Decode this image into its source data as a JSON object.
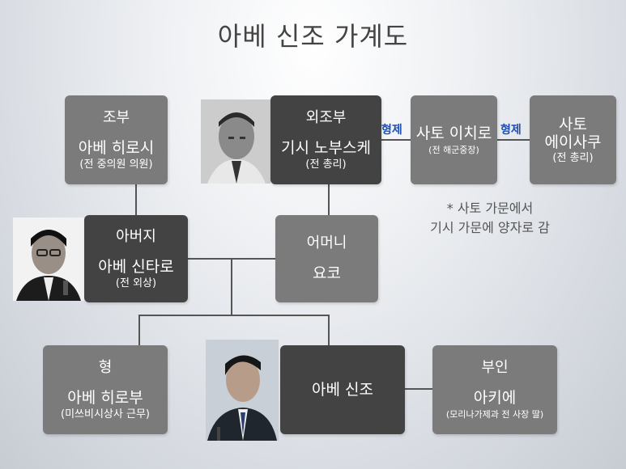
{
  "title": "아베 신조 가계도",
  "relation_label": "형제",
  "memo": {
    "line1": "* 사토 가문에서",
    "line2": "기시 가문에 양자로 감"
  },
  "people": {
    "grandfather": {
      "role": "조부",
      "name": "아베 히로시",
      "note": "(전 중의원 의원)"
    },
    "maternal_grandfather": {
      "role": "외조부",
      "name": "기시 노부스케",
      "note": "(전 총리)"
    },
    "sato_ichiro": {
      "name": "사토 이치로",
      "note": "(전 해군중장)"
    },
    "sato_eisaku": {
      "name_line1": "사토",
      "name_line2": "에이사쿠",
      "note": "(전 총리)"
    },
    "father": {
      "role": "아버지",
      "name": "아베 신타로",
      "note": "(전 외상)"
    },
    "mother": {
      "role": "어머니",
      "name": "요코"
    },
    "brother": {
      "role": "형",
      "name": "아베 히로부",
      "note": "(미쓰비시상사 근무)"
    },
    "self": {
      "name": "아베 신조"
    },
    "wife": {
      "role": "부인",
      "name": "아키에",
      "note": "(모리나가제과 전 사장 딸)"
    }
  },
  "colors": {
    "box_light": "#7b7b7b",
    "box_dark": "#434343",
    "relation_label": "#1f4fb0"
  }
}
